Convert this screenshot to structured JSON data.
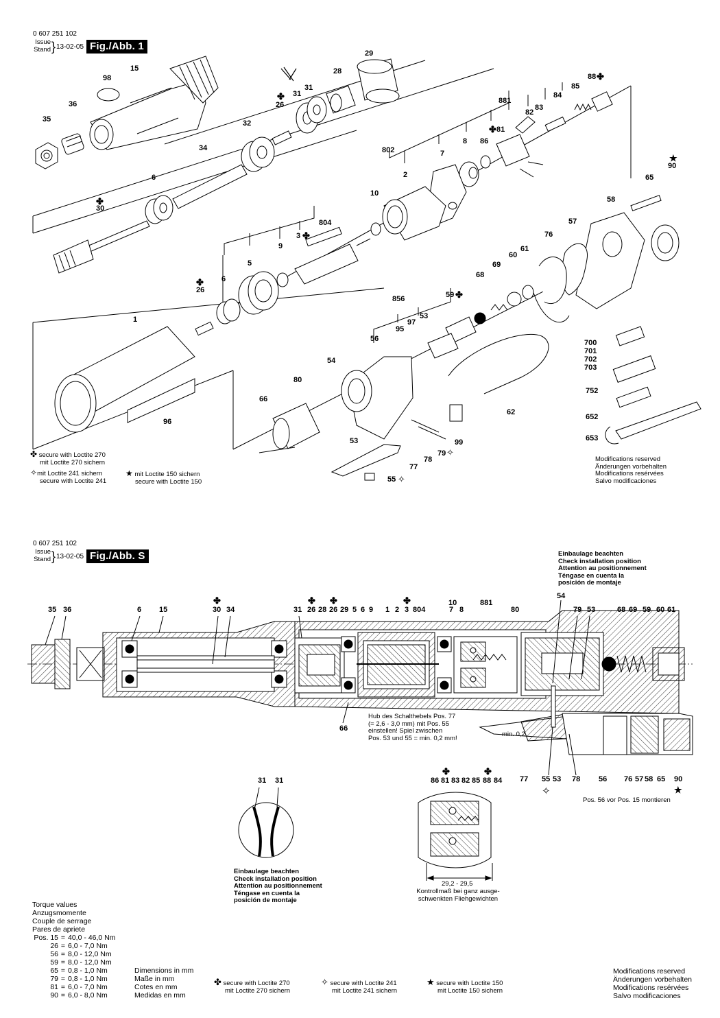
{
  "header_top": {
    "part_number": "0 607 251 102",
    "issue_label_1": "Issue",
    "issue_label_2": "Stand",
    "brace": "}",
    "date": "13-02-05",
    "fig_label": "Fig./Abb. 1"
  },
  "header_bottom": {
    "part_number": "0 607 251 102",
    "issue_label_1": "Issue",
    "issue_label_2": "Stand",
    "brace": "}",
    "date": "13-02-05",
    "fig_label": "Fig./Abb. S"
  },
  "exploded_callouts": [
    {
      "id": "29",
      "text": "29"
    },
    {
      "id": "98",
      "text": "98"
    },
    {
      "id": "15",
      "text": "15"
    },
    {
      "id": "28",
      "text": "28"
    },
    {
      "id": "31a",
      "text": "31"
    },
    {
      "id": "31b",
      "text": "31"
    },
    {
      "id": "26a",
      "text": "26"
    },
    {
      "id": "88",
      "text": "88"
    },
    {
      "id": "85",
      "text": "85"
    },
    {
      "id": "84",
      "text": "84"
    },
    {
      "id": "881",
      "text": "881"
    },
    {
      "id": "83",
      "text": "83"
    },
    {
      "id": "82",
      "text": "82"
    },
    {
      "id": "81",
      "text": "81"
    },
    {
      "id": "86",
      "text": "86"
    },
    {
      "id": "36",
      "text": "36"
    },
    {
      "id": "35",
      "text": "35"
    },
    {
      "id": "32",
      "text": "32"
    },
    {
      "id": "34",
      "text": "34"
    },
    {
      "id": "802",
      "text": "802"
    },
    {
      "id": "7",
      "text": "7"
    },
    {
      "id": "8",
      "text": "8"
    },
    {
      "id": "90",
      "text": "90"
    },
    {
      "id": "6a",
      "text": "6"
    },
    {
      "id": "2",
      "text": "2"
    },
    {
      "id": "65",
      "text": "65"
    },
    {
      "id": "30",
      "text": "30"
    },
    {
      "id": "10",
      "text": "10"
    },
    {
      "id": "58",
      "text": "58"
    },
    {
      "id": "804",
      "text": "804"
    },
    {
      "id": "57",
      "text": "57"
    },
    {
      "id": "3",
      "text": "3"
    },
    {
      "id": "76",
      "text": "76"
    },
    {
      "id": "9",
      "text": "9"
    },
    {
      "id": "61",
      "text": "61"
    },
    {
      "id": "5",
      "text": "5"
    },
    {
      "id": "60",
      "text": "60"
    },
    {
      "id": "69",
      "text": "69"
    },
    {
      "id": "6b",
      "text": "6"
    },
    {
      "id": "68",
      "text": "68"
    },
    {
      "id": "26b",
      "text": "26"
    },
    {
      "id": "856",
      "text": "856"
    },
    {
      "id": "59",
      "text": "59"
    },
    {
      "id": "1",
      "text": "1"
    },
    {
      "id": "97",
      "text": "97"
    },
    {
      "id": "53a",
      "text": "53"
    },
    {
      "id": "95",
      "text": "95"
    },
    {
      "id": "56",
      "text": "56"
    },
    {
      "id": "700",
      "text": "700"
    },
    {
      "id": "701",
      "text": "701"
    },
    {
      "id": "702",
      "text": "702"
    },
    {
      "id": "703",
      "text": "703"
    },
    {
      "id": "54",
      "text": "54"
    },
    {
      "id": "80",
      "text": "80"
    },
    {
      "id": "66",
      "text": "66"
    },
    {
      "id": "752",
      "text": "752"
    },
    {
      "id": "62",
      "text": "62"
    },
    {
      "id": "96",
      "text": "96"
    },
    {
      "id": "652",
      "text": "652"
    },
    {
      "id": "99",
      "text": "99"
    },
    {
      "id": "53b",
      "text": "53"
    },
    {
      "id": "653",
      "text": "653"
    },
    {
      "id": "79",
      "text": "79"
    },
    {
      "id": "78",
      "text": "78"
    },
    {
      "id": "77",
      "text": "77"
    },
    {
      "id": "55",
      "text": "55"
    }
  ],
  "legend_top": {
    "loctite270_en": "secure with Loctite 270",
    "loctite270_de": "mit Loctite 270 sichern",
    "loctite241_de": "mit Loctite 241 sichern",
    "loctite241_en": "secure with Loctite 241",
    "loctite150_de": "mit Loctite 150 sichern",
    "loctite150_en": "secure with Loctite 150"
  },
  "modifications_top": [
    "Modifications reserved",
    "Änderungen vorbehalten",
    "Modifications resérvées",
    "Salvo modificaciones"
  ],
  "install_note_top": [
    "Einbaulage beachten",
    "Check installation position",
    "Attention au positionnement",
    "Téngase en cuenta la",
    "posición de montaje"
  ],
  "section_callouts_top": [
    "35",
    "36",
    "6",
    "15",
    "30",
    "34",
    "31",
    "26",
    "28",
    "26",
    "29",
    "5",
    "6",
    "9",
    "1",
    "2",
    "3",
    "804",
    "10",
    "7",
    "8",
    "881",
    "80",
    "54",
    "79",
    "53",
    "68",
    "69",
    "59",
    "60",
    "61"
  ],
  "section_callouts_bottom": [
    "77",
    "55",
    "53",
    "78",
    "56",
    "76",
    "57",
    "58",
    "65",
    "90"
  ],
  "section_other": {
    "c66": "66",
    "min02": "min. 0,2",
    "adjust_note": [
      "Hub des Schalthebels Pos. 77",
      "(= 2,6 - 3,0 mm) mit Pos. 55",
      "einstellen!          Spiel zwischen",
      "Pos. 53 und 55 = min. 0,2 mm!"
    ],
    "mount_note": "Pos. 56 vor Pos. 15 montieren"
  },
  "detail_31": {
    "a": "31",
    "b": "31"
  },
  "install_note_bottom": [
    "Einbaulage beachten",
    "Check installation position",
    "Attention au positionnement",
    "Téngase en cuenta la",
    "posición de montaje"
  ],
  "detail_governor": {
    "callouts": [
      "86",
      "81",
      "83",
      "82",
      "85",
      "88",
      "84"
    ],
    "dimension": "29,2 - 29,5",
    "note": [
      "Kontrollmaß bei ganz ausge-",
      "schwenkten Fliehgewichten"
    ]
  },
  "torque": {
    "headers": [
      "Torque values",
      "Anzugsmomente",
      "Couple de serrage",
      "Pares de apriete"
    ],
    "rows": [
      {
        "pos": "Pos. 15",
        "val": "40,0 - 46,0 Nm"
      },
      {
        "pos": "26",
        "val": "6,0 -   7,0 Nm"
      },
      {
        "pos": "56",
        "val": "8,0 - 12,0 Nm"
      },
      {
        "pos": "59",
        "val": "8,0 - 12,0 Nm"
      },
      {
        "pos": "65",
        "val": "0,8 -   1,0 Nm"
      },
      {
        "pos": "79",
        "val": "0,8 -   1,0 Nm"
      },
      {
        "pos": "81",
        "val": "6,0 -   7,0 Nm"
      },
      {
        "pos": "90",
        "val": "6,0 -   8,0 Nm"
      }
    ]
  },
  "dimensions_note": [
    "Dimensions in mm",
    "Maße in mm",
    "Cotes en mm",
    "Medidas en mm"
  ],
  "legend_bottom": {
    "loctite270_en": "secure with Loctite 270",
    "loctite270_de": "mit Loctite 270 sichern",
    "loctite241_en": "secure with Loctite 241",
    "loctite241_de": "mit Loctite 241 sichern",
    "loctite150_en": "secure with Loctite 150",
    "loctite150_de": "mit Loctite 150 sichern"
  },
  "modifications_bottom": [
    "Modifications reserved",
    "Änderungen vorbehalten",
    "Modifications resérvées",
    "Salvo modificaciones"
  ],
  "symbols": {
    "clover": "✤",
    "diamond": "✧",
    "star": "★"
  }
}
